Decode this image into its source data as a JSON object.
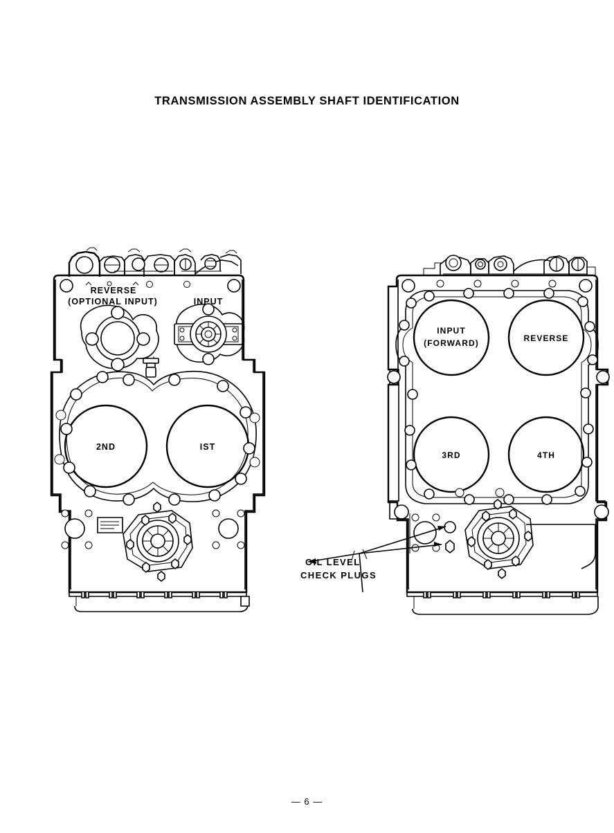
{
  "document": {
    "title": "TRANSMISSION ASSEMBLY SHAFT IDENTIFICATION",
    "page_number": "— 6 —"
  },
  "figure": {
    "left_view": {
      "name": "front-view",
      "top_labels": [
        {
          "id": "reverse-optional-input",
          "line1": "REVERSE",
          "line2": "(OPTIONAL INPUT)"
        },
        {
          "id": "input",
          "line1": "INPUT"
        }
      ],
      "bore_labels": [
        {
          "id": "second-gear",
          "text": "2ND"
        },
        {
          "id": "first-gear",
          "text": "IST"
        }
      ]
    },
    "right_view": {
      "name": "rear-view",
      "bore_labels": [
        {
          "id": "input-forward",
          "line1": "INPUT",
          "line2": "(FORWARD)"
        },
        {
          "id": "reverse",
          "line1": "REVERSE"
        },
        {
          "id": "third-gear",
          "line1": "3RD"
        },
        {
          "id": "fourth-gear",
          "line1": "4TH"
        }
      ]
    },
    "callout": {
      "id": "oil-level-check-plugs",
      "line1": "OIL LEVEL",
      "line2": "CHECK PLUGS"
    }
  },
  "colors": {
    "ink": "#000000",
    "paper": "#ffffff"
  }
}
